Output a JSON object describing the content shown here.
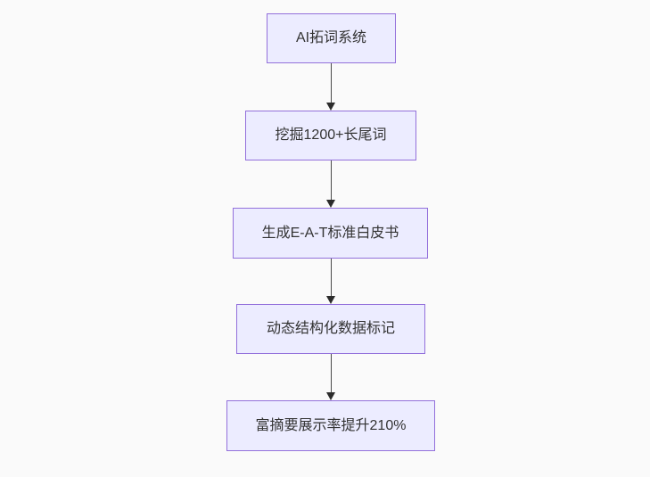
{
  "diagram": {
    "type": "flowchart",
    "direction": "top-down",
    "colors": {
      "node_fill": "#ECECFF",
      "node_border": "#9370DB",
      "node_text": "#333333",
      "arrow": "#333333",
      "background": "#FAFAFA"
    },
    "nodes": [
      {
        "id": "step-1",
        "label": "AI拓词系统"
      },
      {
        "id": "step-2",
        "label": "挖掘1200+长尾词"
      },
      {
        "id": "step-3",
        "label": "生成E-A-T标准白皮书"
      },
      {
        "id": "step-4",
        "label": "动态结构化数据标记"
      },
      {
        "id": "step-5",
        "label": "富摘要展示率提升210%"
      }
    ],
    "edges": [
      {
        "from": "step-1",
        "to": "step-2",
        "style": "arrow"
      },
      {
        "from": "step-2",
        "to": "step-3",
        "style": "arrow"
      },
      {
        "from": "step-3",
        "to": "step-4",
        "style": "arrow"
      },
      {
        "from": "step-4",
        "to": "step-5",
        "style": "arrow"
      }
    ]
  }
}
